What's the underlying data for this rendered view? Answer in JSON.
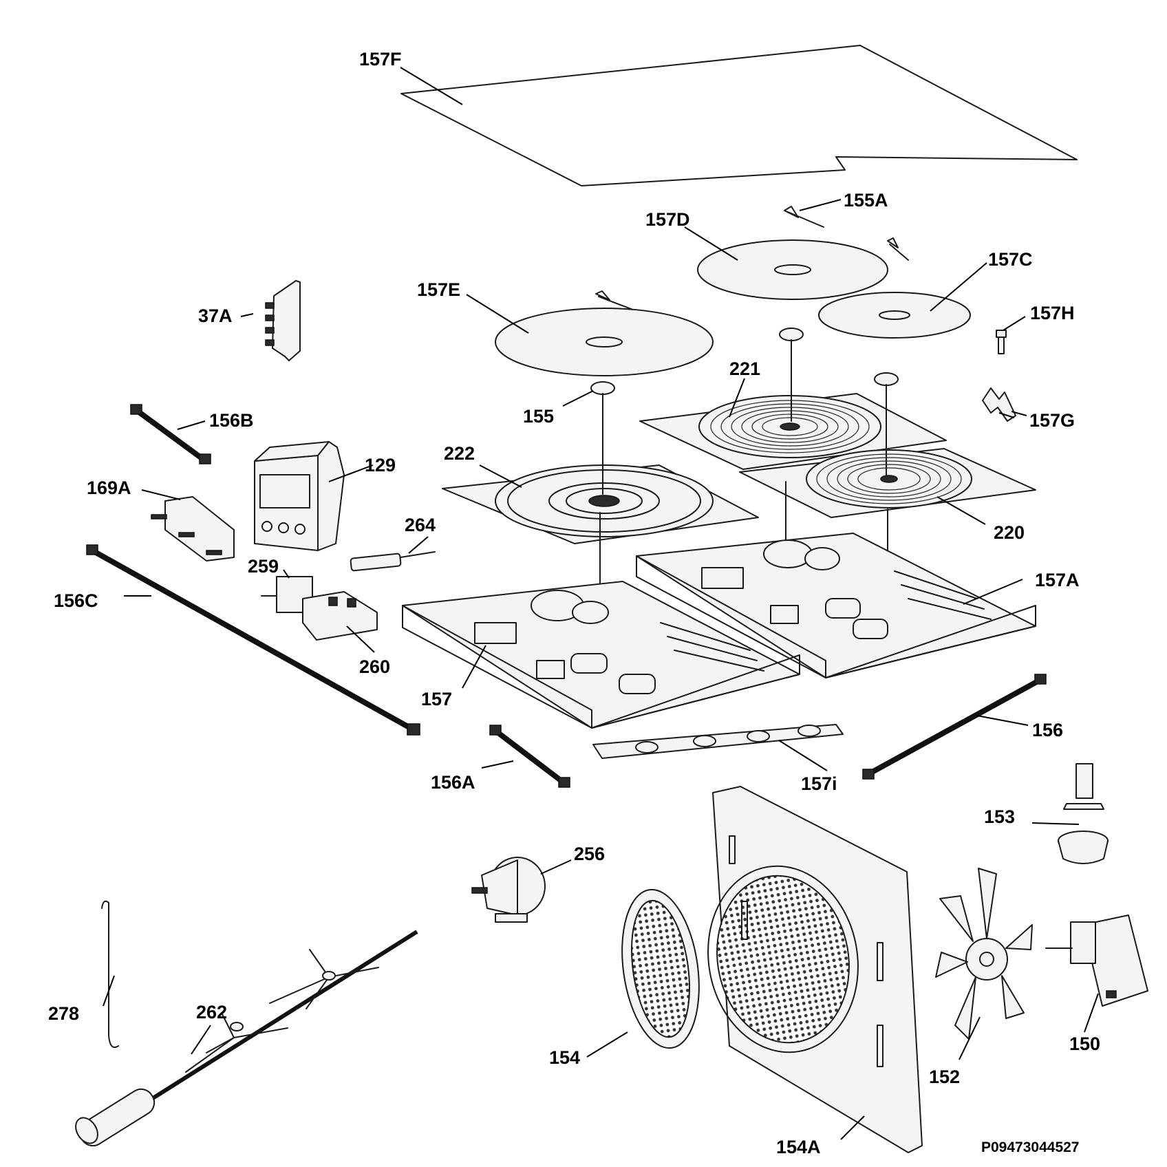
{
  "diagram": {
    "drawing_code": "P09473044527",
    "parts": [
      {
        "id": "157F",
        "label": "157F",
        "name": "glass-ceramic-top"
      },
      {
        "id": "155A",
        "label": "155A",
        "name": "clip"
      },
      {
        "id": "157D",
        "label": "157D",
        "name": "insulation-disc"
      },
      {
        "id": "157C",
        "label": "157C",
        "name": "insulation-disc"
      },
      {
        "id": "157E",
        "label": "157E",
        "name": "insulation-disc"
      },
      {
        "id": "157H",
        "label": "157H",
        "name": "screw"
      },
      {
        "id": "37A",
        "label": "37A",
        "name": "terminal-block"
      },
      {
        "id": "221",
        "label": "221",
        "name": "induction-coil"
      },
      {
        "id": "157G",
        "label": "157G",
        "name": "spring-clip"
      },
      {
        "id": "156B",
        "label": "156B",
        "name": "cable"
      },
      {
        "id": "155",
        "label": "155",
        "name": "sensor"
      },
      {
        "id": "129",
        "label": "129",
        "name": "timer-display"
      },
      {
        "id": "222",
        "label": "222",
        "name": "induction-coil"
      },
      {
        "id": "169A",
        "label": "169A",
        "name": "switch-assembly"
      },
      {
        "id": "264",
        "label": "264",
        "name": "lamp-holder"
      },
      {
        "id": "220",
        "label": "220",
        "name": "induction-coil"
      },
      {
        "id": "259",
        "label": "259",
        "name": "switch"
      },
      {
        "id": "157A",
        "label": "157A",
        "name": "power-board"
      },
      {
        "id": "156C",
        "label": "156C",
        "name": "cable"
      },
      {
        "id": "260",
        "label": "260",
        "name": "thermostat"
      },
      {
        "id": "157",
        "label": "157",
        "name": "power-board"
      },
      {
        "id": "156",
        "label": "156",
        "name": "cable"
      },
      {
        "id": "156A",
        "label": "156A",
        "name": "cable"
      },
      {
        "id": "157i",
        "label": "157i",
        "name": "control-board"
      },
      {
        "id": "153",
        "label": "153",
        "name": "lamp"
      },
      {
        "id": "256",
        "label": "256",
        "name": "spit-motor"
      },
      {
        "id": "278",
        "label": "278",
        "name": "hook"
      },
      {
        "id": "262",
        "label": "262",
        "name": "rotisserie-spit"
      },
      {
        "id": "154",
        "label": "154",
        "name": "fan-grille"
      },
      {
        "id": "152",
        "label": "152",
        "name": "fan-blade"
      },
      {
        "id": "150",
        "label": "150",
        "name": "fan-motor"
      },
      {
        "id": "154A",
        "label": "154A",
        "name": "back-panel"
      }
    ]
  }
}
